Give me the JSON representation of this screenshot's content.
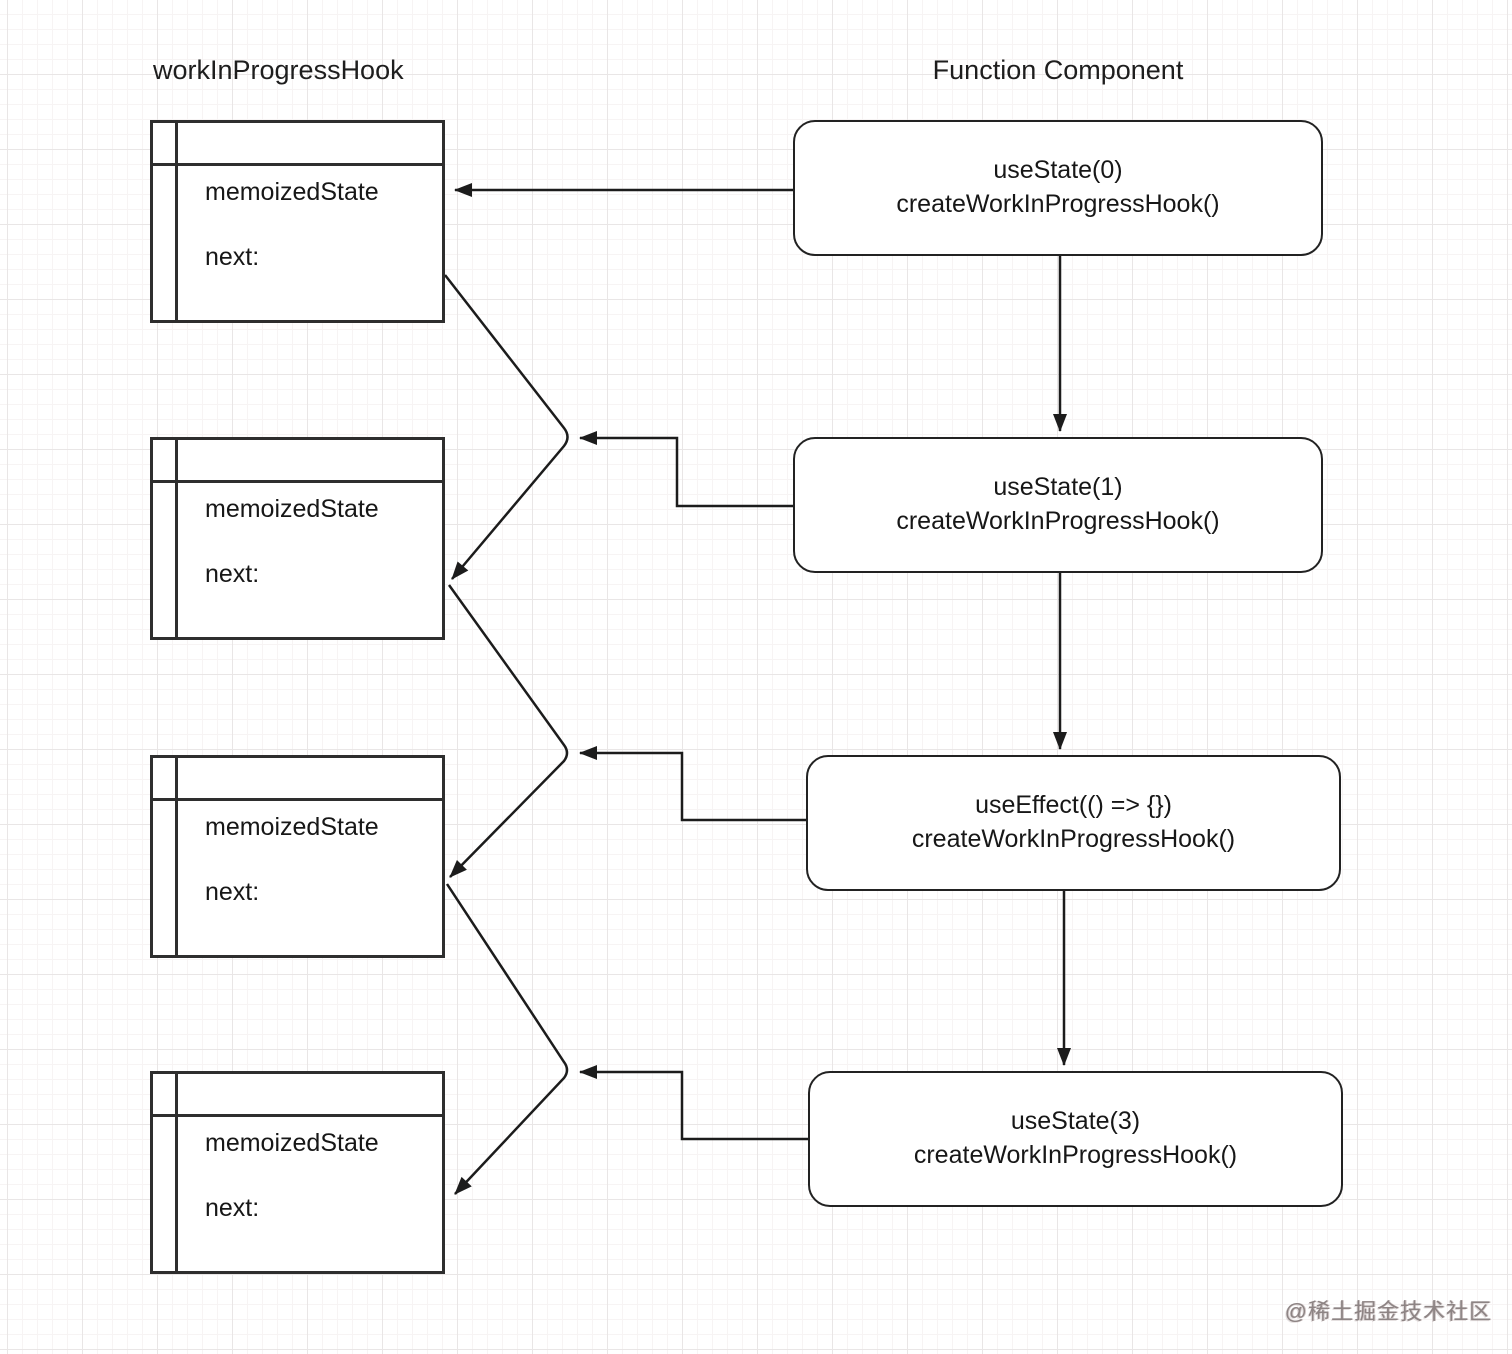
{
  "titles": {
    "left_column": "workInProgressHook",
    "right_column": "Function Component"
  },
  "hook_nodes": [
    {
      "memoized_state": "memoizedState",
      "next": "next:"
    },
    {
      "memoized_state": "memoizedState",
      "next": "next:"
    },
    {
      "memoized_state": "memoizedState",
      "next": "next:"
    },
    {
      "memoized_state": "memoizedState",
      "next": "next:"
    }
  ],
  "function_nodes": [
    {
      "call": "useState(0)",
      "sub": "createWorkInProgressHook()"
    },
    {
      "call": "useState(1)",
      "sub": "createWorkInProgressHook()"
    },
    {
      "call": "useEffect(() => {})",
      "sub": "createWorkInProgressHook()"
    },
    {
      "call": "useState(3)",
      "sub": "createWorkInProgressHook()"
    }
  ],
  "edges": [
    "useState(0) -> hook1.memoizedState",
    "useState(0) -> useState(1)",
    "useState(1) -> useEffect(() => {})",
    "useEffect(() => {}) -> useState(3)",
    "hook1.next -> hook2",
    "hook2.next -> hook3",
    "hook3.next -> hook4",
    "useState(1) -> hook1.next arrow junction",
    "useEffect(() => {}) -> hook2.next arrow junction",
    "useState(3) -> hook3.next arrow junction"
  ],
  "watermark": "@稀土掘金技术社区",
  "colors": {
    "line": "#1c1c1c",
    "box_border": "#2e2e2e",
    "background": "#ffffff",
    "grid_minor": "#f7f4f4",
    "grid_major": "#e9e6e6",
    "watermark": "#8d8484"
  }
}
